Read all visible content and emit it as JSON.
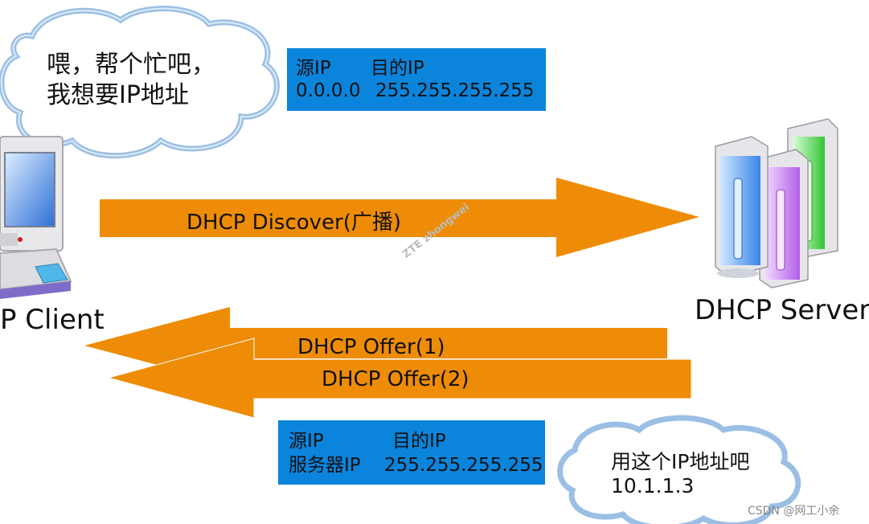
{
  "client_bubble": {
    "line1": "喂，帮个忙吧，",
    "line2": "我想要IP地址"
  },
  "discover_box": {
    "header_src": "源IP",
    "header_dst": "目的IP",
    "value_src": "0.0.0.0",
    "value_dst": "255.255.255.255"
  },
  "discover_arrow": {
    "label": "DHCP Discover(广播)"
  },
  "offer_arrows": [
    {
      "label": "DHCP Offer(1)"
    },
    {
      "label": "DHCP Offer(2)"
    }
  ],
  "offer_box": {
    "header_src": "源IP",
    "header_dst": "目的IP",
    "value_src": "服务器IP",
    "value_dst": "255.255.255.255"
  },
  "server_bubble": {
    "line1": "用这个IP地址吧",
    "line2": "10.1.1.3"
  },
  "client_label": "P Client",
  "server_label": "DHCP Server",
  "watermark": "ZTE zhongwei",
  "credit": "CSDN @网工小余",
  "colors": {
    "arrow": "#ee8c07",
    "box": "#0b84dc",
    "cloud_edge": "#9bbfe4"
  }
}
